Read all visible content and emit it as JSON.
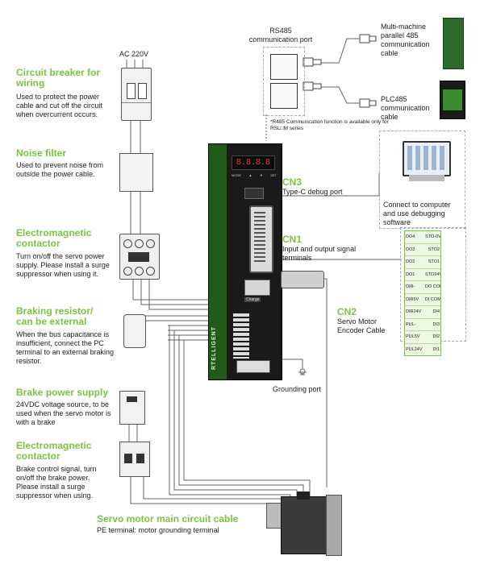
{
  "left_components": [
    {
      "id": "breaker",
      "heading": "Circuit breaker for wiring",
      "description": "Used to protect the power cable and cut off the circuit when overcurrent occurs."
    },
    {
      "id": "filter",
      "heading": "Noise filter",
      "description": "Used to prevent noise from outside the power cable."
    },
    {
      "id": "contactor",
      "heading": "Electromagnetic contactor",
      "description": "Turn on/off the servo power supply. Please install a surge suppressor when using it."
    },
    {
      "id": "resistor",
      "heading": "Braking resistor/ can be external",
      "description": "When the bus capacitance is insufficient, connect the PC terminal to an external braking resistor."
    },
    {
      "id": "brake_power",
      "heading": "Brake power supply",
      "description": "24VDC voltage source, to be used when the servo motor is with a brake"
    },
    {
      "id": "brake_contactor",
      "heading": "Electromagnetic contactor",
      "description": "Brake control signal, turn on/off the brake power. Please install a surge suppressor when using."
    }
  ],
  "ac_label": "AC 220V",
  "rs485": {
    "title": "RS485 communication port",
    "note": "*R485 Communication function is available only for RSL□M series"
  },
  "right_top": {
    "multi": "Multi-machine parallel 485 communication cable",
    "plc": "PLC485 communication cable"
  },
  "cn3": {
    "tag": "CN3",
    "label": "Type-C debug port",
    "computer": "Connect to computer and use debugging software"
  },
  "cn1": {
    "tag": "CN1",
    "label": "Input and output signal terminals"
  },
  "cn2": {
    "tag": "CN2",
    "label": "Servo Motor Encoder Cable"
  },
  "grounding": "Grounding port",
  "motor": {
    "heading": "Servo motor main circuit cable",
    "description": "PE terminal: motor grounding terminal"
  },
  "drive": {
    "brand": "RTELLIGENT",
    "display": "8.8.8.8",
    "buttons": [
      "MODE",
      "▲",
      "▼",
      "SET"
    ],
    "charge": "Charge"
  },
  "terminals": [
    {
      "left": "DO4",
      "right": "STO-0V"
    },
    {
      "left": "DO3",
      "right": "STO2"
    },
    {
      "left": "DO2",
      "right": "STO1"
    },
    {
      "left": "DO1",
      "right": "STO24V"
    },
    {
      "left": "DIR-",
      "right": "DO COM"
    },
    {
      "left": "DIR5V",
      "right": "DI COM"
    },
    {
      "left": "DIR24V",
      "right": "DI4"
    },
    {
      "left": "PUL-",
      "right": "DI3"
    },
    {
      "left": "PUL5V",
      "right": "DI2"
    },
    {
      "left": "PUL24V",
      "right": "DI1"
    }
  ],
  "colors": {
    "accent": "#7cc242",
    "drive_green": "#1f5c1a",
    "drive_dark": "#1a1a1a"
  }
}
